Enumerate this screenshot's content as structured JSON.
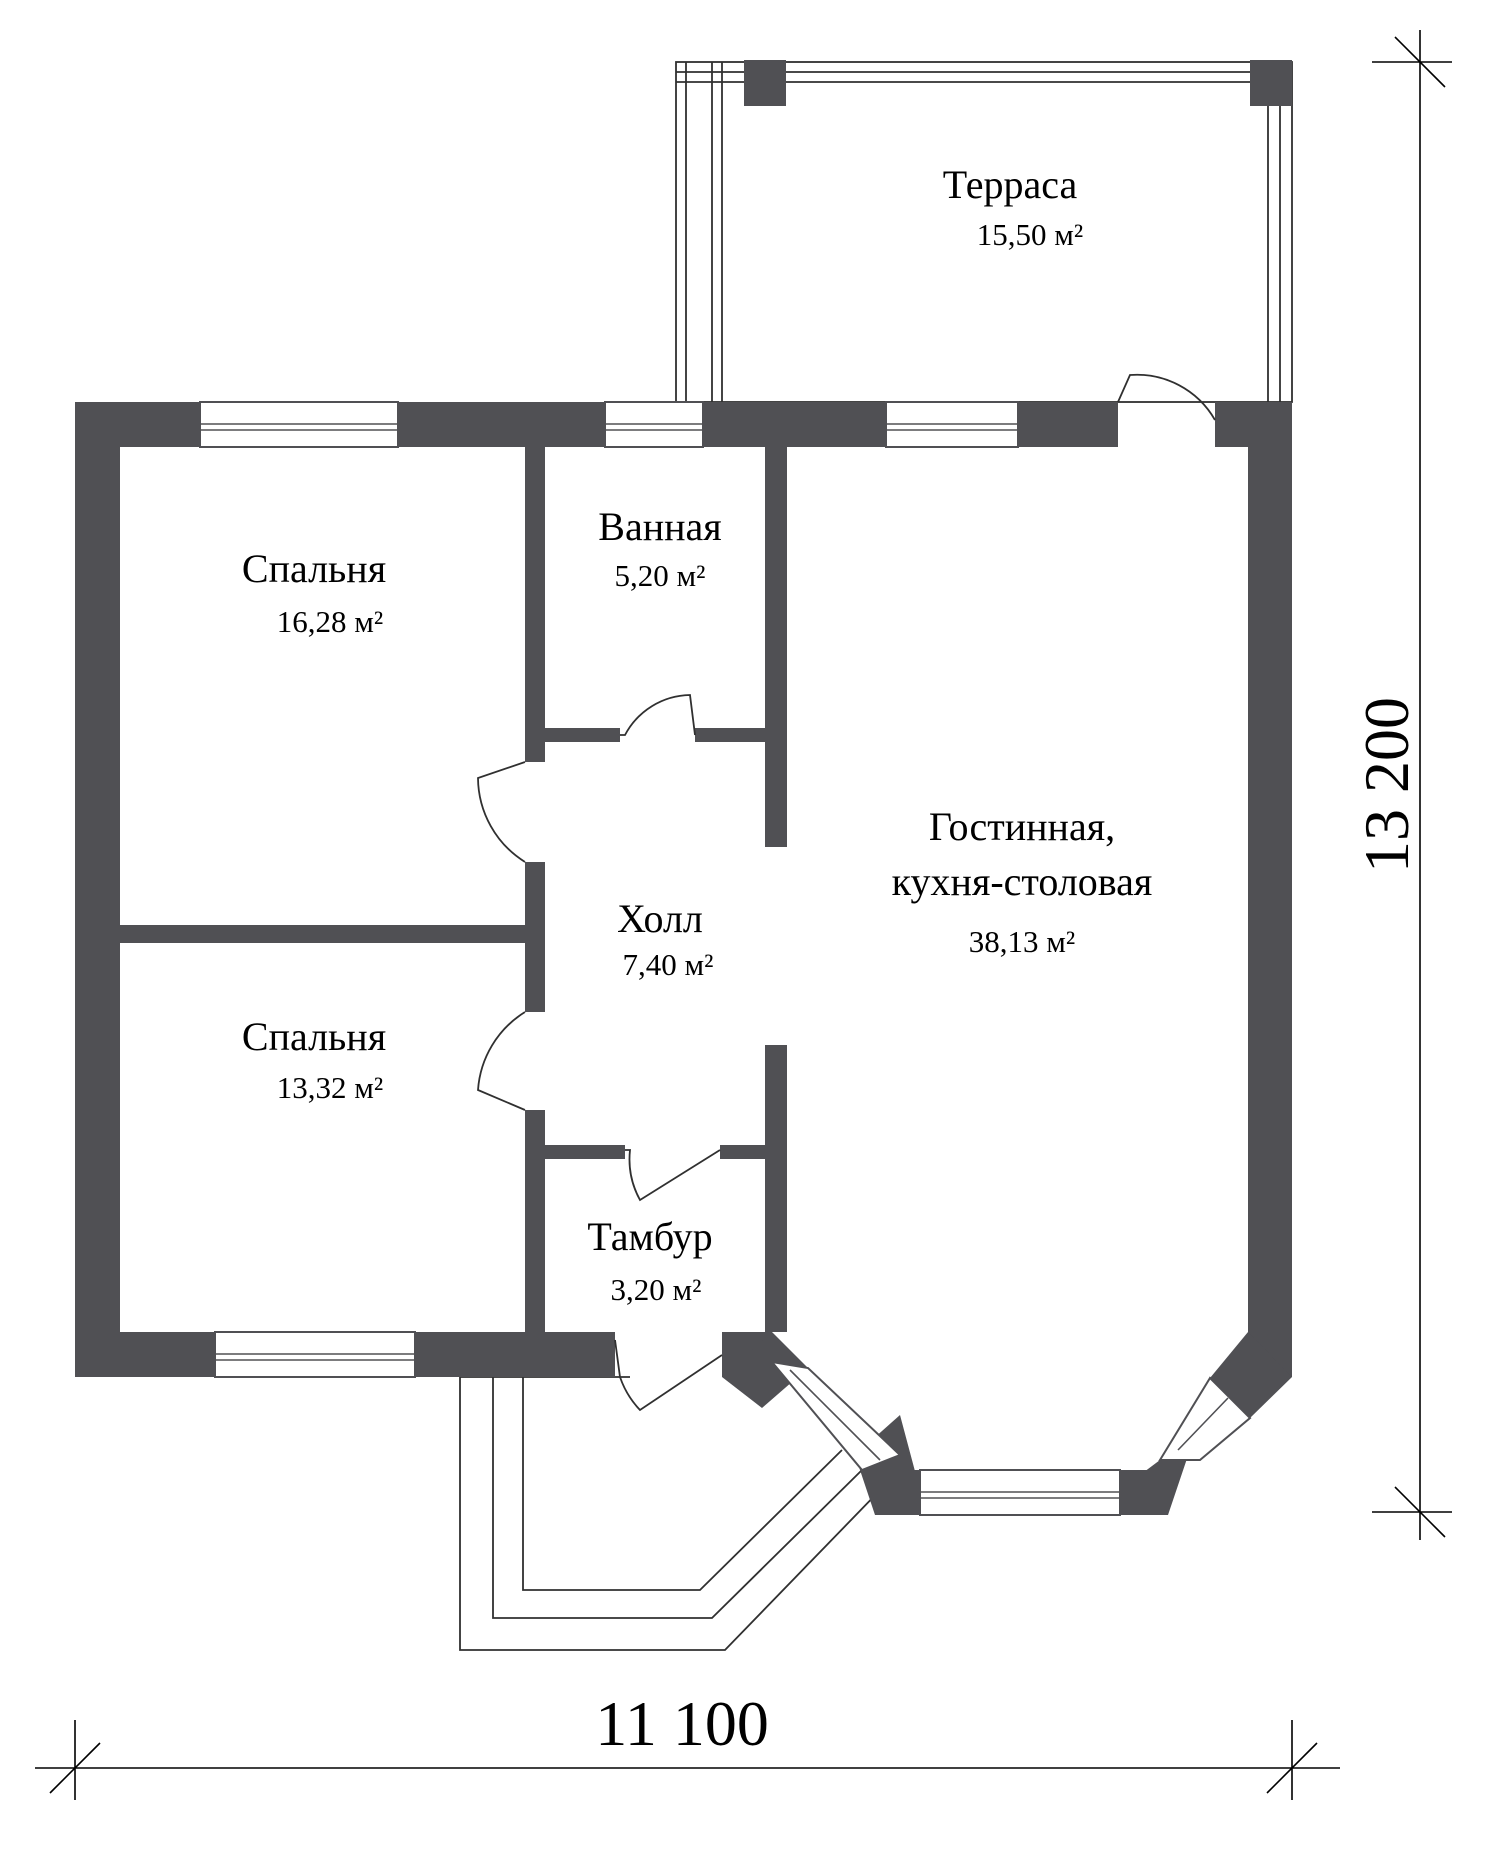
{
  "rooms": [
    {
      "id": "terrace",
      "name": "Терраса",
      "area": "15,50 м²"
    },
    {
      "id": "bathroom",
      "name": "Ванная",
      "area": "5,20 м²"
    },
    {
      "id": "bedroom1",
      "name": "Спальня",
      "area": "16,28 м²"
    },
    {
      "id": "bedroom2",
      "name": "Спальня",
      "area": "13,32 м²"
    },
    {
      "id": "hall",
      "name": "Холл",
      "area": "7,40 м²"
    },
    {
      "id": "living",
      "name_lines": [
        "Гостинная,",
        "кухня-столовая"
      ],
      "area": "38,13 м²"
    },
    {
      "id": "vestibule",
      "name": "Тамбур",
      "area": "3,20 м²"
    }
  ],
  "dimensions": {
    "width": "11 100",
    "height": "13 200"
  },
  "colors": {
    "wall": "#505054",
    "background": "#ffffff",
    "text": "#000000"
  }
}
